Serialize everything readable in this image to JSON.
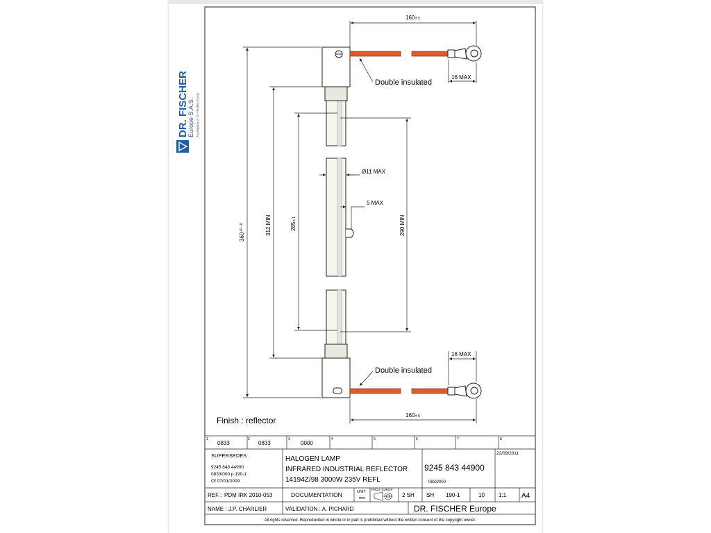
{
  "logo": {
    "brand": "DR. FISCHER",
    "sub": "Europe S.A.S.",
    "tagline": "A company of Dr. Fischer Group",
    "color": "#1f5ea8"
  },
  "drawing": {
    "dims": {
      "lead_top": "160",
      "lead_top_tol": "± 5",
      "lead_bottom": "160",
      "lead_bottom_tol": "± 5",
      "terminal_top": "16 MAX",
      "terminal_bottom": "16 MAX",
      "overall": "360",
      "overall_tol": "+0 −8",
      "min312": "312 MIN",
      "d285": "285",
      "d285_tol": "± 1",
      "d290": "290 MIN",
      "dia": "Ø11 MAX",
      "nub": "5 MAX"
    },
    "label_insulated_top": "Double insulated",
    "label_insulated_bottom": "Double insulated",
    "finish": "Finish : reflector",
    "colors": {
      "lead": "#e05a2b",
      "glass": "#f4f5ef",
      "line": "#222222"
    }
  },
  "title_block": {
    "zones": [
      {
        "n": "1",
        "v": "0833"
      },
      {
        "n": "2",
        "v": "0833"
      },
      {
        "n": "3",
        "v": "0000"
      },
      {
        "n": "4",
        "v": ""
      },
      {
        "n": "5",
        "v": ""
      },
      {
        "n": "6",
        "v": ""
      },
      {
        "n": "7",
        "v": ""
      },
      {
        "n": "8",
        "v": ""
      }
    ],
    "supersedes": "SUPERSEDES",
    "supersedes_lines": [
      "9245 843 44900",
      "0833/000 p.190-1",
      "Of 07/01/2009"
    ],
    "title_lines": [
      "HALOGEN LAMP",
      "INFRARED INDUSTRIAL REFLECTOR",
      "14194Z/98 3000W 235V REFL"
    ],
    "part_number": "9245 843 44900",
    "part_sub": "0833/000",
    "date": "22/09/2011",
    "ref": "REF. : PDM IRK 2010-053",
    "documentation": "DOCUMENTATION",
    "unit": "UNIT",
    "unit_val": "mm",
    "proj": "PROJ. EUROP",
    "sheets": "2 SH",
    "sh": "SH",
    "sh_val": "190-1",
    "sh_num": "10",
    "scale": "1:1",
    "format": "A4",
    "name": "NAME : J.P. CHARLIER",
    "validation": "VALIDATION :  A. PICHARD",
    "company": "DR. FISCHER Europe",
    "rights": "All rights reserved. Reproduction in whole or in part is prohibited without the written consent of the copyright owner."
  }
}
